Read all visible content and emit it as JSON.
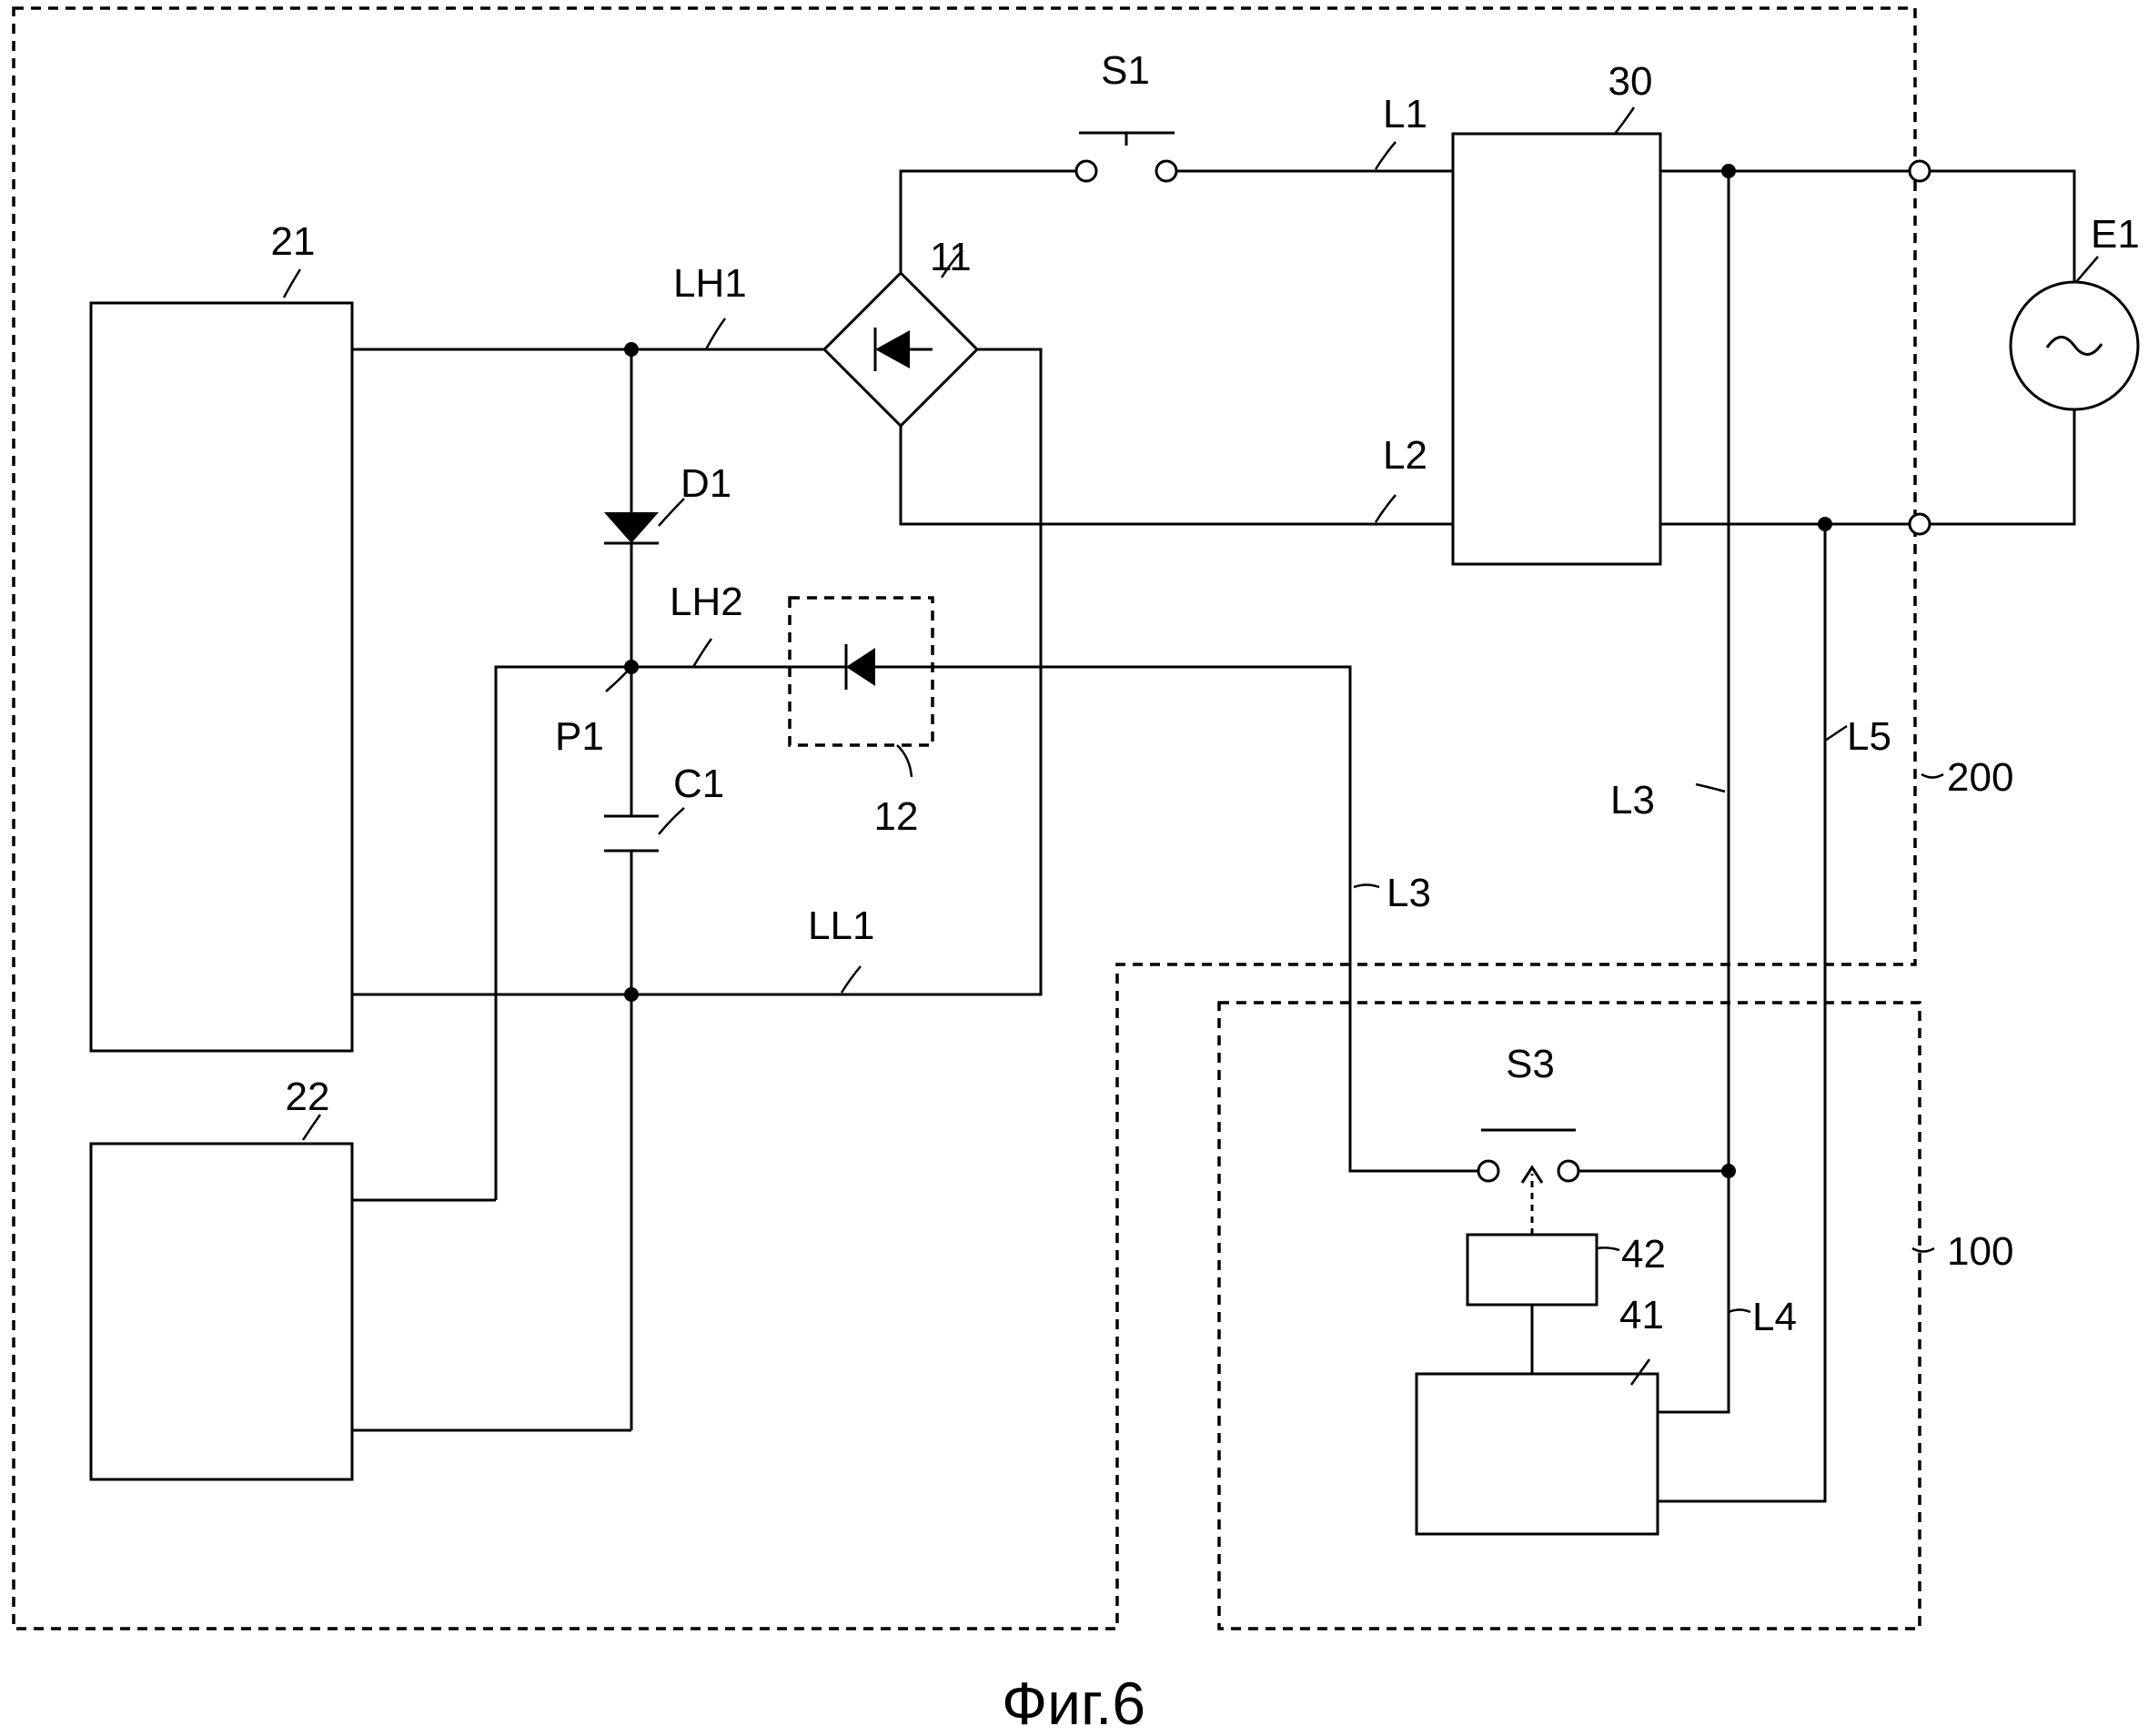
{
  "figure_caption": "Фиг.6",
  "labels": {
    "s1": "S1",
    "l1": "L1",
    "ref30": "30",
    "ref21": "21",
    "lh1": "LH1",
    "ref11": "11",
    "e1": "E1",
    "d1": "D1",
    "l2": "L2",
    "lh2": "LH2",
    "p1": "P1",
    "ref12": "12",
    "c1": "C1",
    "l3_right": "L3",
    "l5": "L5",
    "ref200": "200",
    "l3_mid": "L3",
    "ll1": "LL1",
    "ref22": "22",
    "s3": "S3",
    "ref42": "42",
    "ref41": "41",
    "l4": "L4",
    "ref100": "100"
  }
}
